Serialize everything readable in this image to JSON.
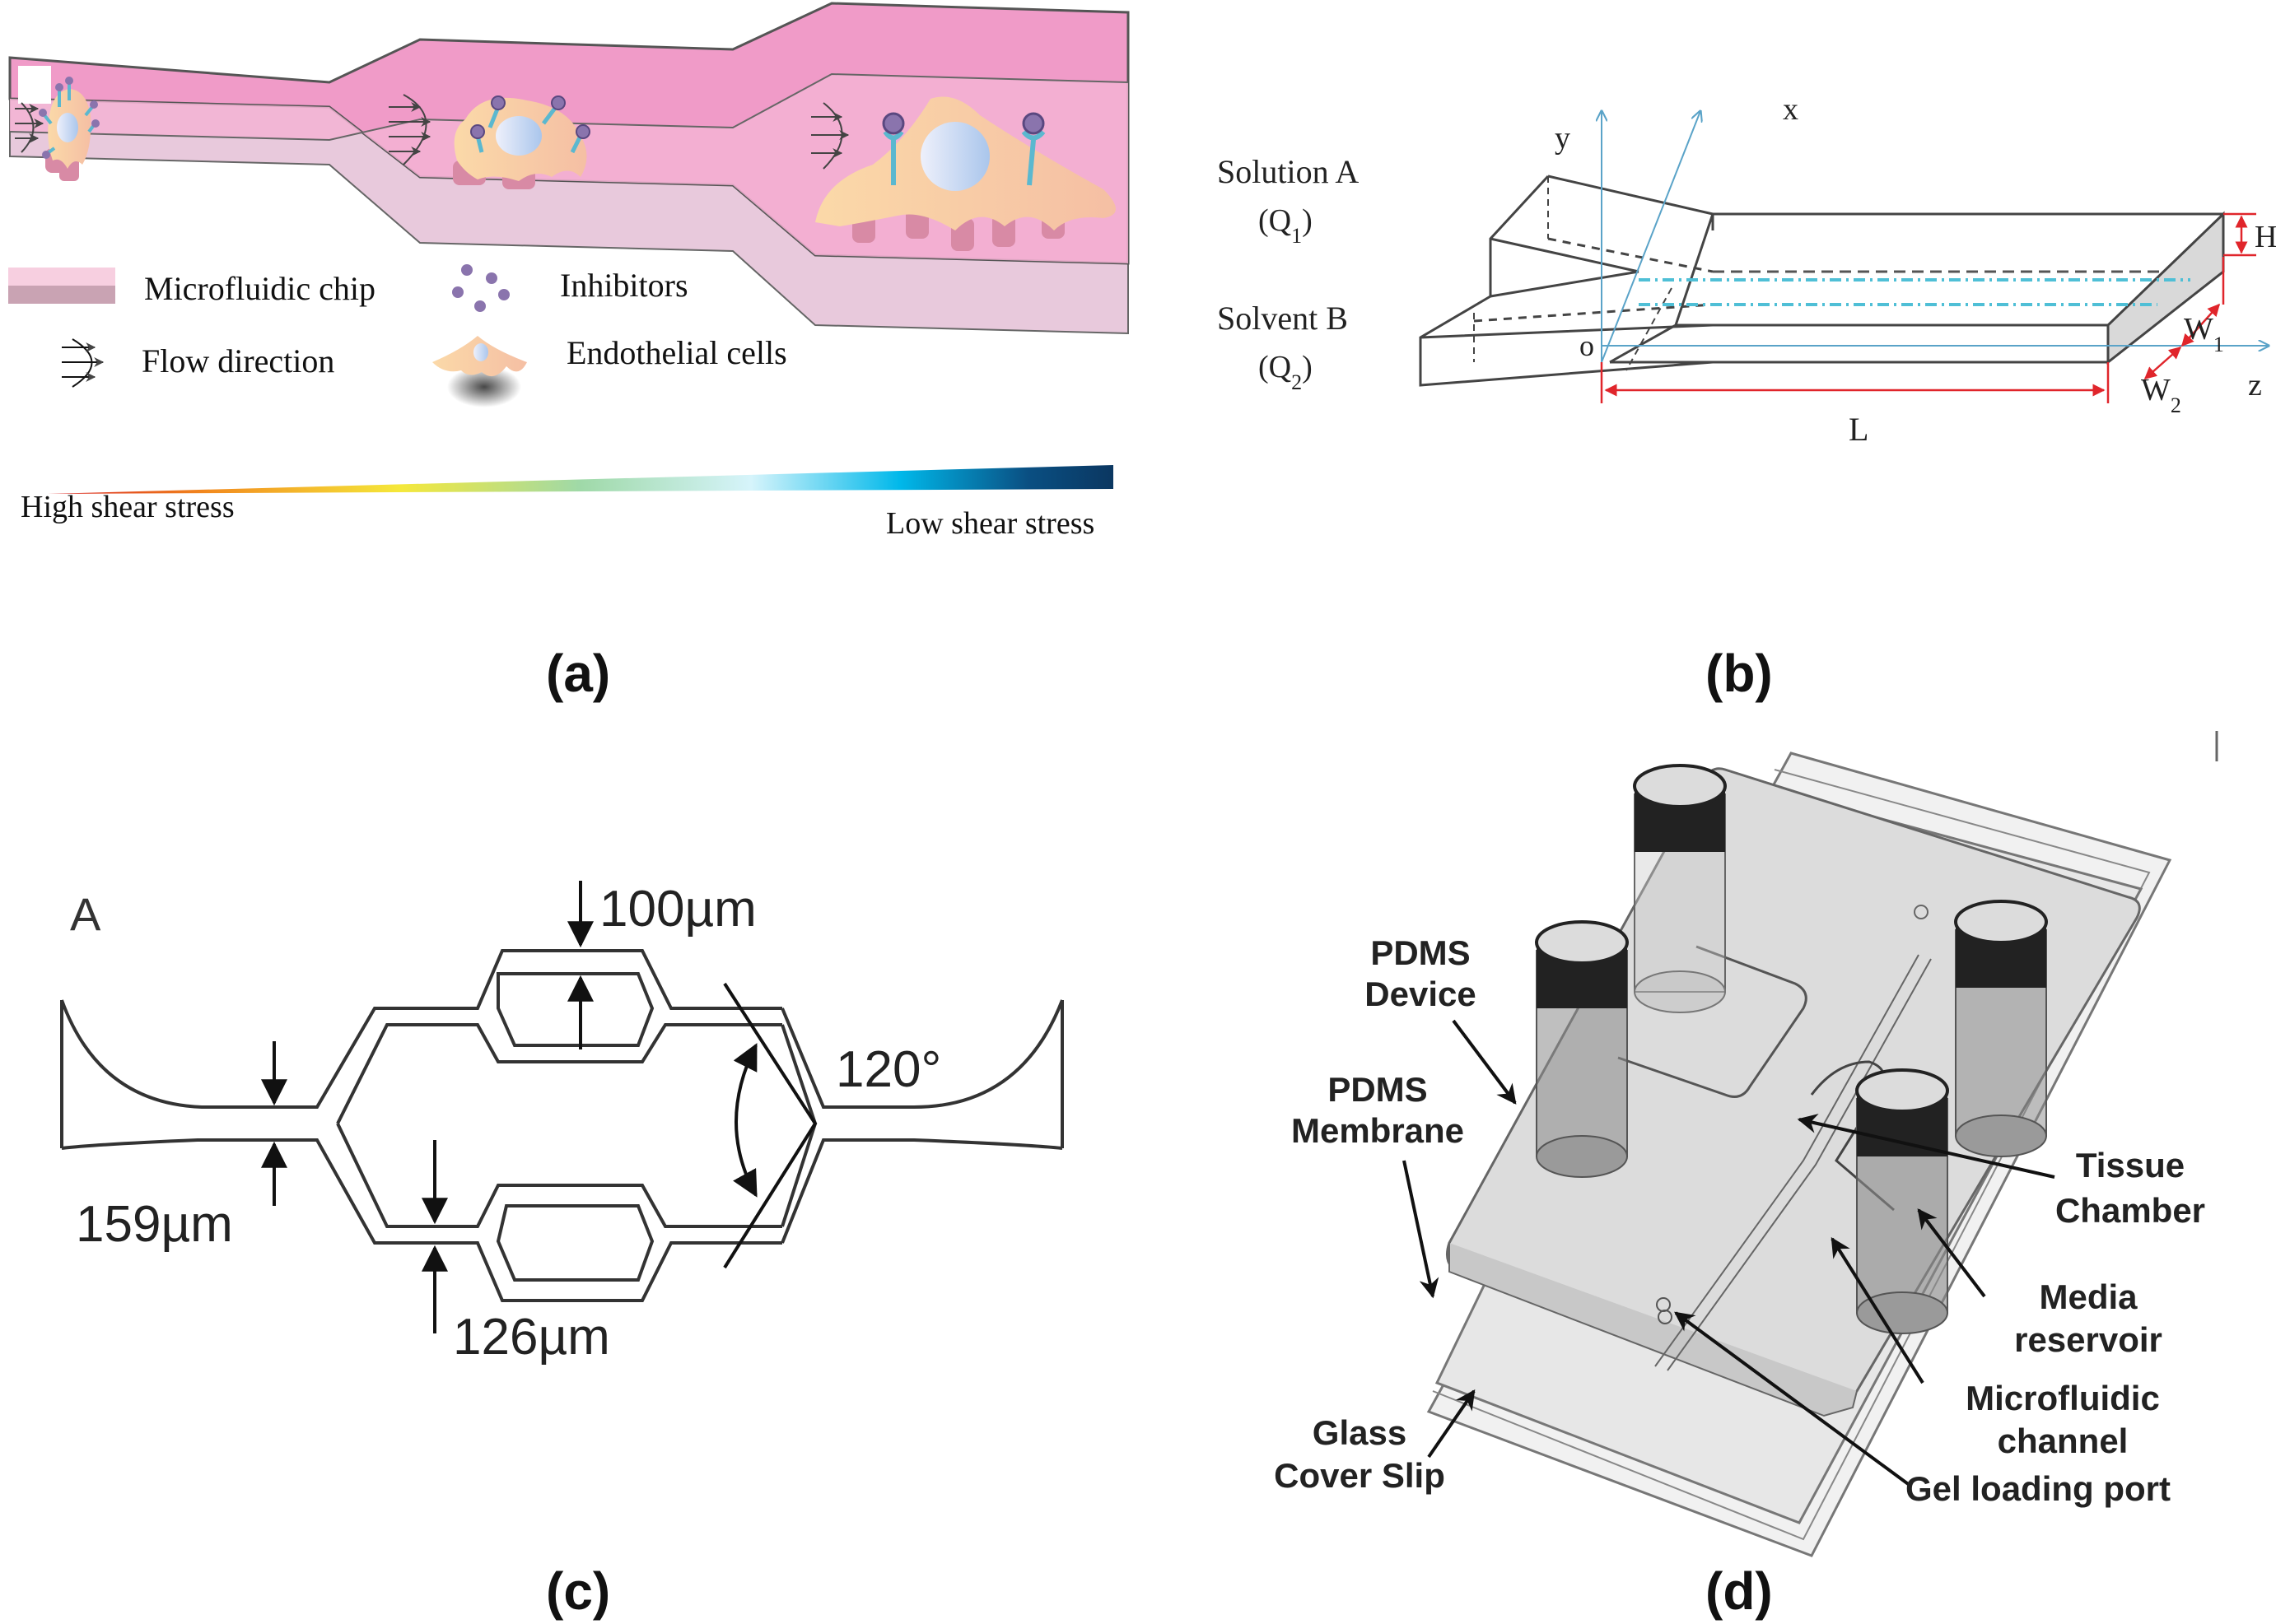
{
  "panels": {
    "a": {
      "label": "(a)",
      "legend": {
        "chip": "Microfluidic chip",
        "inhibitors": "Inhibitors",
        "flow": "Flow direction",
        "cells": "Endothelial cells"
      },
      "gradient": {
        "high_label": "High shear stress",
        "low_label": "Low shear stress",
        "colors": [
          "#d7191c",
          "#f28a1e",
          "#f5e83a",
          "#9fd9a8",
          "#d6f4fb",
          "#00b8ea",
          "#0a4f82",
          "#0b3761"
        ]
      },
      "colors": {
        "chip_top": "#f19cc8",
        "chip_inner": "#f3b5d6",
        "chip_side": "#e6c6da",
        "cell": "#f9cf9e",
        "nucleus": "#dfe3f8",
        "receptor": "#5bb8cf",
        "inhibitor": "#8a74ad",
        "pillar": "#d88aa5"
      }
    },
    "b": {
      "label": "(b)",
      "inlet_a": "Solution A",
      "inlet_a_flow": "(Q",
      "inlet_a_sub": "1",
      "inlet_b": "Solvent B",
      "inlet_b_flow": "(Q",
      "inlet_b_sub": "2",
      "axes": {
        "x": "x",
        "y": "y",
        "z": "z",
        "origin": "o"
      },
      "dims": {
        "H": "H",
        "W1": "W",
        "W1_sub": "1",
        "W2": "W",
        "W2_sub": "2",
        "L": "L"
      },
      "colors": {
        "axis": "#5aa3c8",
        "dim": "#e0252b",
        "interface": "#4fbfd6",
        "edge": "#444444"
      }
    },
    "c": {
      "label": "(c)",
      "sublabel": "A",
      "dim_top": "100µm",
      "dim_angle": "120°",
      "dim_left": "159µm",
      "dim_bottom": "126µm"
    },
    "d": {
      "label": "(d)",
      "callouts": [
        {
          "line1": "PDMS",
          "line2": "Device"
        },
        {
          "line1": "PDMS",
          "line2": "Membrane"
        },
        {
          "line1": "Glass",
          "line2": "Cover Slip"
        },
        {
          "line1": "Tissue",
          "line2": "Chamber"
        },
        {
          "line1": "Media",
          "line2": "reservoir"
        },
        {
          "line1": "Microfluidic",
          "line2": "channel"
        },
        {
          "line1": "Gel loading port",
          "line2": ""
        }
      ]
    }
  }
}
